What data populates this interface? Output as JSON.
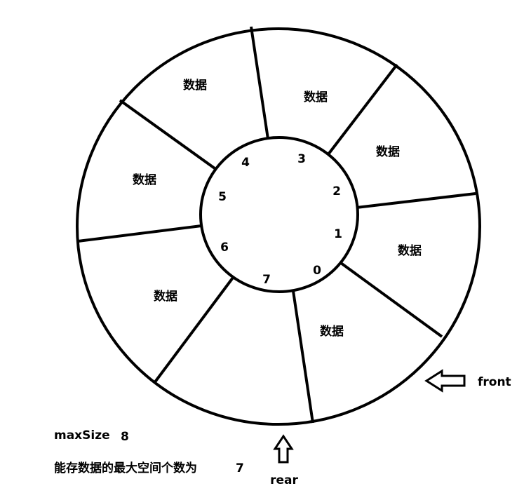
{
  "diagram": {
    "slots": [
      {
        "index": "0",
        "content": "数据"
      },
      {
        "index": "1",
        "content": "数据"
      },
      {
        "index": "2",
        "content": "数据"
      },
      {
        "index": "3",
        "content": "数据"
      },
      {
        "index": "4",
        "content": "数据"
      },
      {
        "index": "5",
        "content": "数据"
      },
      {
        "index": "6",
        "content": "数据"
      },
      {
        "index": "7",
        "content": ""
      }
    ],
    "front_label": "front",
    "rear_label": "rear",
    "max_size_label": "maxSize",
    "max_size_value": "8",
    "capacity_label": "能存数据的最大空间个数为",
    "capacity_value": "7"
  }
}
